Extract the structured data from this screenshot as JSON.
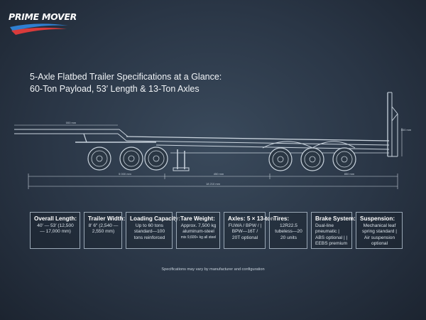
{
  "logo": {
    "text": "PRIME MOVER"
  },
  "title": {
    "line1": "5-Axle Flatbed Trailer Specifications at a Glance:",
    "line2": "60-Ton Payload, 53′ Length & 13-Ton Axles"
  },
  "dimensions": {
    "deck_top": "000 mm",
    "height": "000 mm",
    "front": "5 000 mm",
    "middle": "450 mm",
    "rear": "850 mm",
    "overall": "18 210 mm"
  },
  "specs": [
    {
      "title": "Overall Length:",
      "value": "40′ — 53′ (12,500 — 17,000 mm)"
    },
    {
      "title": "Trailer Width:",
      "value": "8′ 6″ (2,540 — 2,550 mm)"
    },
    {
      "title": "Loading Capacity:",
      "value": "Up to 60 tons standard—100 tons reinforced"
    },
    {
      "title": "Tare Weight:",
      "value": "Approx. 7,500 kg aluminum-steel",
      "extra": "mix 9,600+ kg all steel"
    },
    {
      "title": "Axles: 5 × 13-ton",
      "value": "FUWA / BPW / | BPW—16T / 20T optional"
    },
    {
      "title": "Tires:",
      "value": "12R22.5 tubeless—20 20 units"
    },
    {
      "title": "Brake System:",
      "value": "Dual-line pneumatic | ABS optional | | EEBS premium"
    },
    {
      "title": "Suspension:",
      "value": "Mechanical leaf spring standard | Air suspension optional"
    }
  ],
  "footnote": "Specifications may vary by manufacturer and configuration",
  "colors": {
    "background": "#2a3646",
    "line": "#c9d3dd",
    "logo_blue": "#2f7fd1",
    "logo_red": "#d93b3b"
  }
}
